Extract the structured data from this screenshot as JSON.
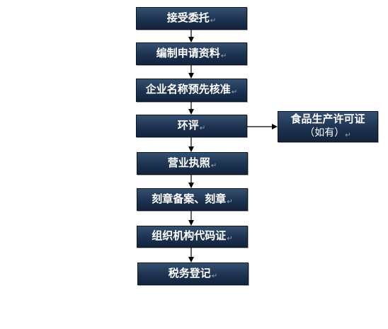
{
  "diagram": {
    "steps": [
      {
        "label": "接受委托"
      },
      {
        "label": "编制申请资料"
      },
      {
        "label": "企业名称预先核准"
      },
      {
        "label": "环评"
      },
      {
        "label": "营业执照"
      },
      {
        "label": "刻章备案、刻章"
      },
      {
        "label": "组织机构代码证"
      },
      {
        "label": "税务登记"
      }
    ],
    "side_box": {
      "line1": "食品生产许可证",
      "line2": "（如有）"
    },
    "paragraph_mark": "↵",
    "colors": {
      "box_fill": "#1c3250",
      "box_border": "#0b1526",
      "text": "#ffffff",
      "arrow": "#000000"
    }
  }
}
